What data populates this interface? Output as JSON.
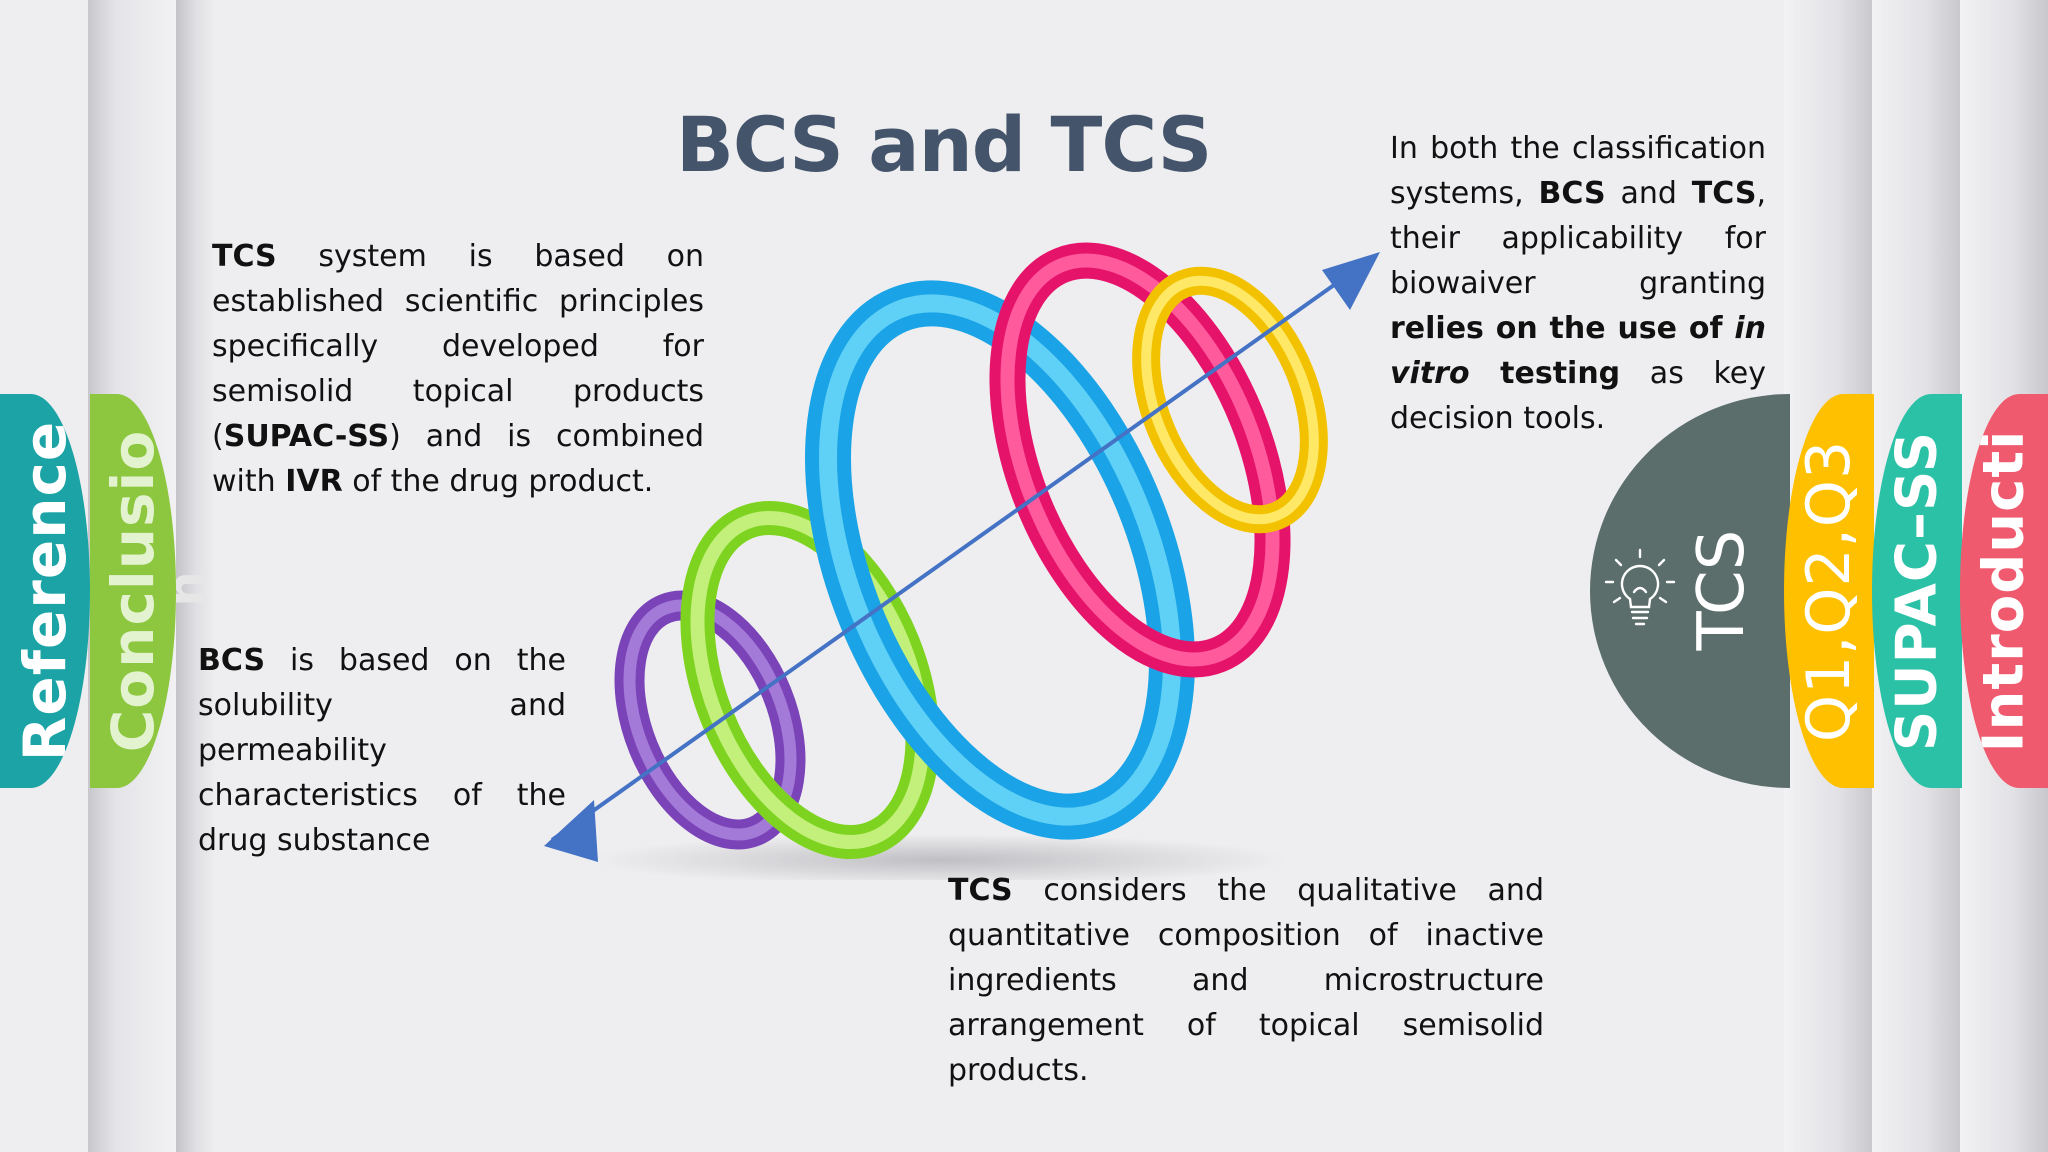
{
  "slide": {
    "title": "BCS and TCS",
    "colors": {
      "title": "#44546a",
      "arrow": "#4472c4",
      "tab_reference": "#1ba3a6",
      "tab_conclusion": "#8dc63f",
      "tab_tcs": "#5b6e6b",
      "tab_q123": "#ffc000",
      "tab_supac": "#2bc1a6",
      "tab_intro": "#f05a6e"
    }
  },
  "tabs": {
    "reference": "Reference",
    "conclusion_line1": "Conclusio",
    "conclusion_line2": "n",
    "tcs": "TCS",
    "tcs_icon": "lightbulb-icon",
    "q123": "Q1,Q2,Q3",
    "supac": "SUPAC–SS",
    "intro": "Introducti"
  },
  "text_tcs_system": {
    "b1": "TCS",
    "t1": " system is based on established scientific principles specifically developed for semisolid topical products (",
    "b2": "SUPAC-SS",
    "t2": ") and is combined with ",
    "b3": "IVR",
    "t3": " of the drug product."
  },
  "text_bcs": {
    "b1": "BCS",
    "t1": " is based on the solubility and permeability characteristics of the drug substance"
  },
  "text_both": {
    "t1": "In both the classification systems, ",
    "b1": "BCS",
    "t2": " and ",
    "b2": "TCS",
    "t3": ", their applicability for biowaiver granting ",
    "b3": "relies on the use of ",
    "bi": "in vitro",
    "b4": " testing",
    "t4": " as key decision tools."
  },
  "text_tcs_considers": {
    "b1": "TCS",
    "t1": " considers the qualitative and quantitative composition of inactive ingredients and microstructure arrangement of topical semisolid products."
  }
}
